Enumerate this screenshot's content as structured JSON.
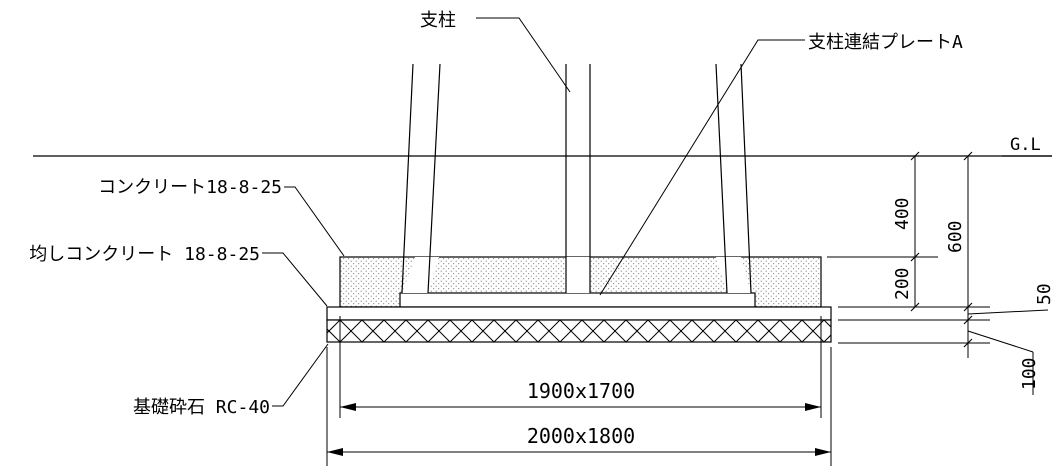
{
  "labels": {
    "pillar": "支柱",
    "plate": "支柱連結プレートA",
    "ground_line": "G.L",
    "concrete": "コンクリート18-8-25",
    "leveling_concrete": "均しコンクリート 18-8-25",
    "crushed_stone": "基礎砕石 RC-40"
  },
  "dimensions": {
    "d400": "400",
    "d600": "600",
    "d200": "200",
    "d50": "50",
    "d100": "100",
    "inner_size": "1900x1700",
    "outer_size": "2000x1800"
  }
}
